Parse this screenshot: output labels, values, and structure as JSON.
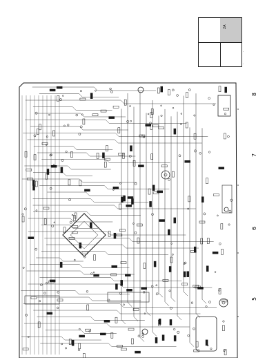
{
  "sheet_key": {
    "highlighted_cell": "2A"
  },
  "column_labels": [
    "8",
    "7",
    "6",
    "5"
  ],
  "colors": {
    "line": "#1a1a1a",
    "trace": "#2b2b2b",
    "shade": "#c9c9c9",
    "background": "#ffffff"
  },
  "board": {
    "description_icon": "pcb-trace-layout"
  }
}
